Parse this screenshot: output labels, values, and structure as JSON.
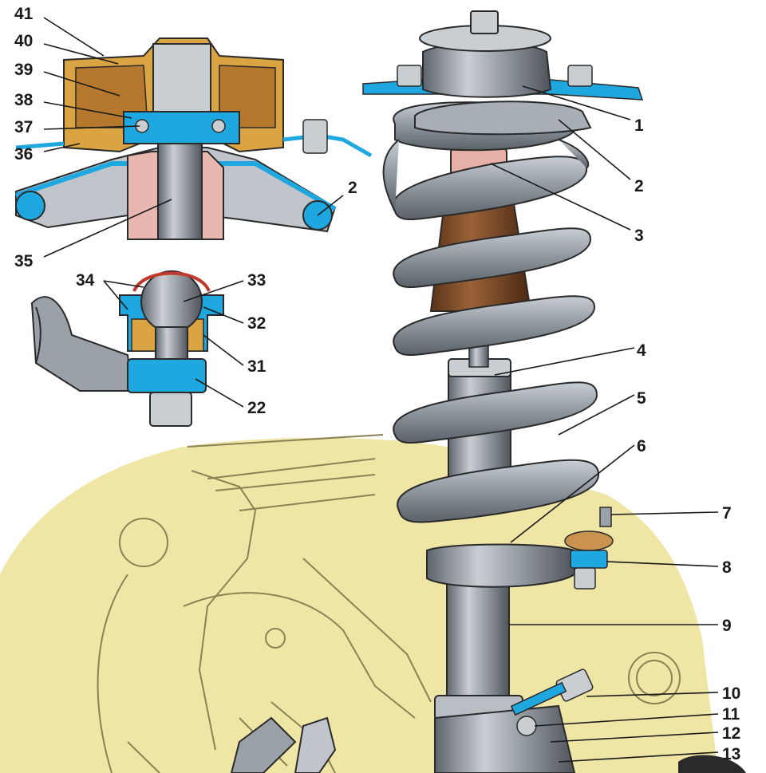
{
  "labels": {
    "l1": "1",
    "l2": "2",
    "l2b": "2",
    "l3": "3",
    "l4": "4",
    "l5": "5",
    "l6": "6",
    "l7": "7",
    "l8": "8",
    "l9": "9",
    "l10": "10",
    "l11": "11",
    "l12": "12",
    "l13": "13",
    "l22": "22",
    "l31": "31",
    "l32": "32",
    "l33": "33",
    "l34": "34",
    "l35": "35",
    "l36": "36",
    "l37": "37",
    "l38": "38",
    "l39": "39",
    "l40": "40",
    "l41": "41"
  },
  "colors": {
    "background_fill": "#efe6a6",
    "spring": "#9aa3ad",
    "strut_steel": "#8e959d",
    "bumper_stop": "#7a4a2a",
    "bushing_pink": "#e8b8b0",
    "mount_yellow": "#d9a441",
    "mount_blue": "#1fa7e0",
    "outline": "#2a2a2a"
  }
}
